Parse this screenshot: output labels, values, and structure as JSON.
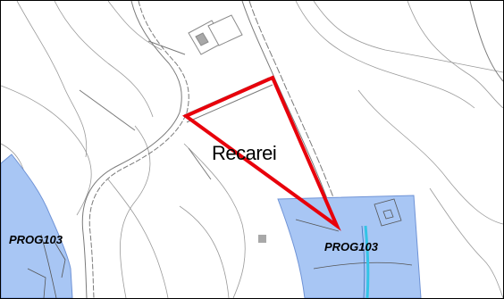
{
  "map": {
    "place_name": "Recarei",
    "zone_labels": [
      "PROG103",
      "PROG103"
    ],
    "colors": {
      "zone_fill": "#a8c6f4",
      "zone_stroke": "#6f93d6",
      "highlight_outline": "#e8000b",
      "stream": "#33c4e6",
      "contour": "#9a9a9a",
      "road_casing": "#7a7a7a",
      "building": "#a8a8a8"
    }
  }
}
